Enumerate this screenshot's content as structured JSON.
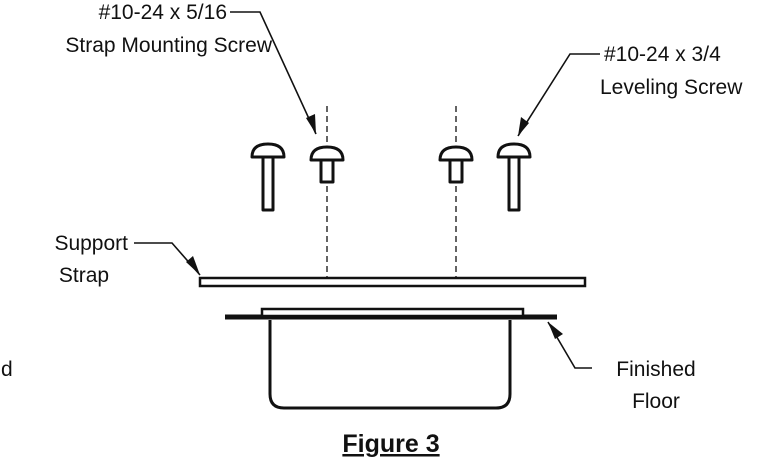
{
  "diagram": {
    "callouts": {
      "strap_screw": {
        "line1": "#10-24 x 5/16",
        "line2": "Strap Mounting Screw"
      },
      "leveling_screw": {
        "line1": "#10-24 x 3/4",
        "line2": "Leveling Screw"
      },
      "support_strap": {
        "line1": "Support",
        "line2": "Strap"
      },
      "finished_floor": {
        "line1": "Finished",
        "line2": "Floor"
      }
    },
    "caption": "Figure 3",
    "edge_fragment": "d"
  }
}
